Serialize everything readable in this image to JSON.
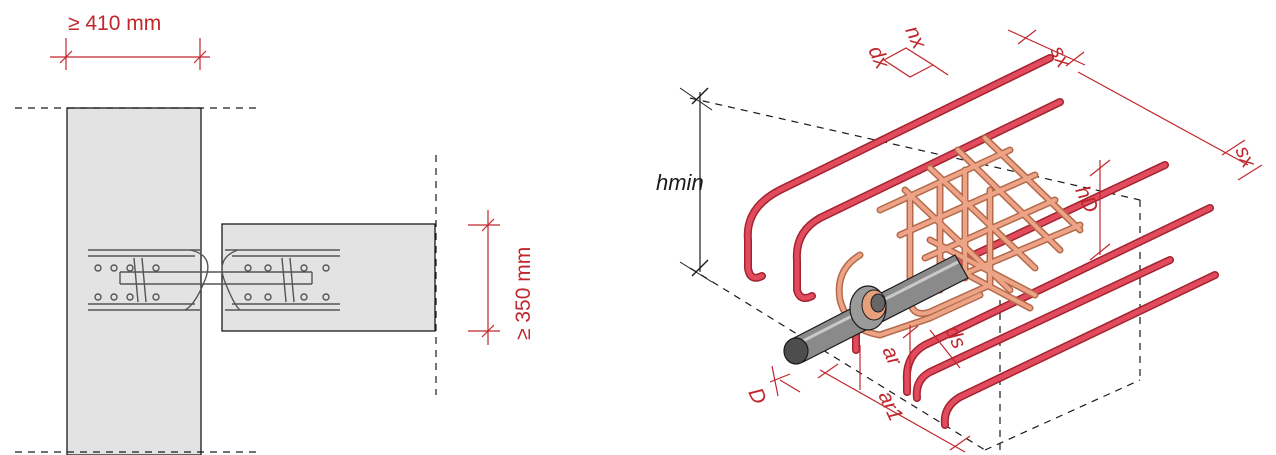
{
  "colors": {
    "dimension": "#c0272d",
    "concrete": "#e3e3e3",
    "rebar_outer": "#d9485a",
    "rebar_inner": "#e8a07c",
    "dowel": "#6f6f6f"
  },
  "plan_view": {
    "width_label": "≥ 410 mm",
    "height_label": "≥ 350 mm"
  },
  "iso_view": {
    "labels": {
      "hmin": "hmin",
      "hD": "hD",
      "sx_top": "sx",
      "sx_side": "sx",
      "dx": "dx",
      "nx": "nx",
      "ar": "ar",
      "ds": "ds",
      "D": "D",
      "ar1": "ar1"
    }
  }
}
